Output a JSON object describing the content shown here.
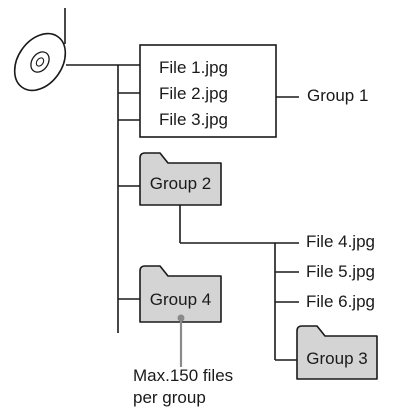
{
  "files_box": {
    "items": [
      "File 1.jpg",
      "File 2.jpg",
      "File 3.jpg"
    ]
  },
  "groups": {
    "group1": "Group 1",
    "group2": "Group 2",
    "group3": "Group 3",
    "group4": "Group 4"
  },
  "group3_files": [
    "File 4.jpg",
    "File 5.jpg",
    "File 6.jpg"
  ],
  "note": {
    "line1": "Max.150 files",
    "line2": "per group"
  },
  "colors": {
    "line": "#1a1a1a",
    "folder_fill": "#d4d4d4",
    "folder_stroke": "#1a1a1a",
    "callout_line": "#8a8a8a"
  }
}
